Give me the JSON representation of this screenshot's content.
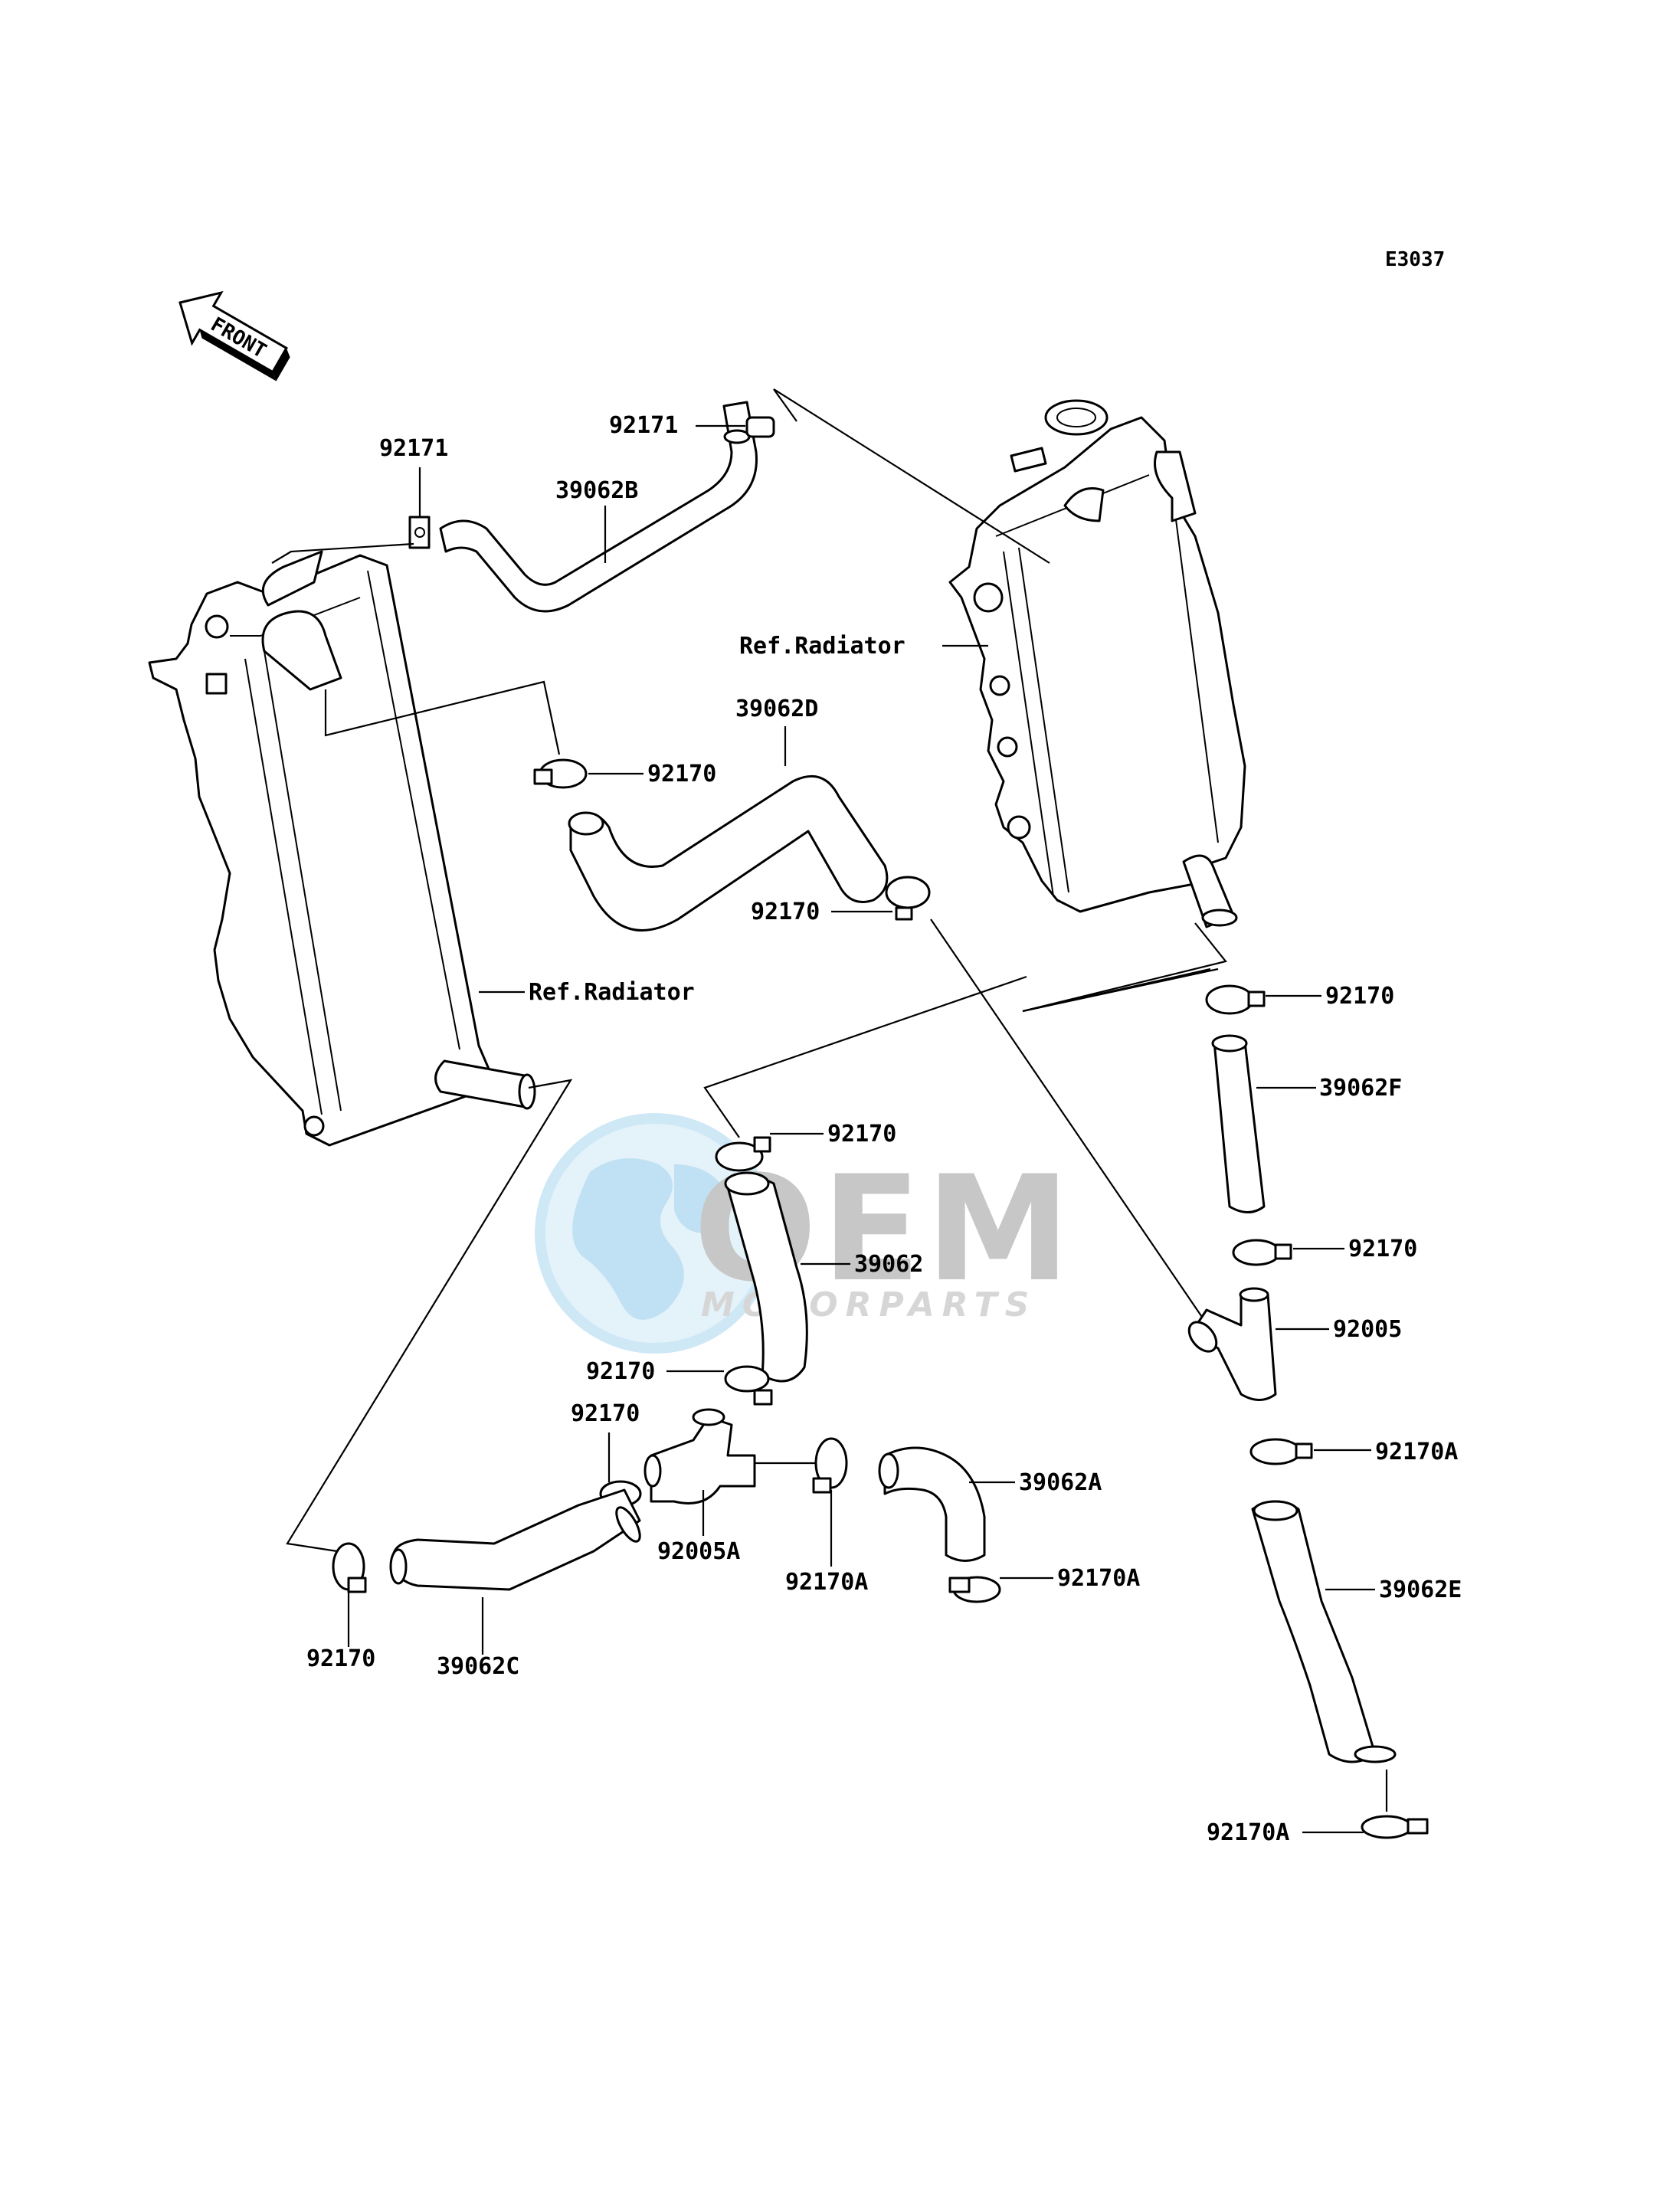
{
  "diagram_code": "E3037",
  "front_label": "FRONT",
  "ref_radiator_left": "Ref.Radiator",
  "ref_radiator_right": "Ref.Radiator",
  "parts": {
    "p92171_a": "92171",
    "p92171_b": "92171",
    "p39062B": "39062B",
    "p92170_a": "92170",
    "p39062D": "39062D",
    "p92170_b": "92170",
    "p92170_c": "92170",
    "p39062F": "39062F",
    "p92170_d": "92170",
    "p92005": "92005",
    "p92170A_a": "92170A",
    "p39062E": "39062E",
    "p92170A_b": "92170A",
    "p92170_e": "92170",
    "p39062": "39062",
    "p92170_f": "92170",
    "p92170_g": "92170",
    "p92005A": "92005A",
    "p92170A_c": "92170A",
    "p39062A": "39062A",
    "p92170A_d": "92170A",
    "p92170_h": "92170",
    "p39062C": "39062C"
  },
  "watermark": {
    "brand": "OEM",
    "sub": "MOTORPARTS"
  }
}
